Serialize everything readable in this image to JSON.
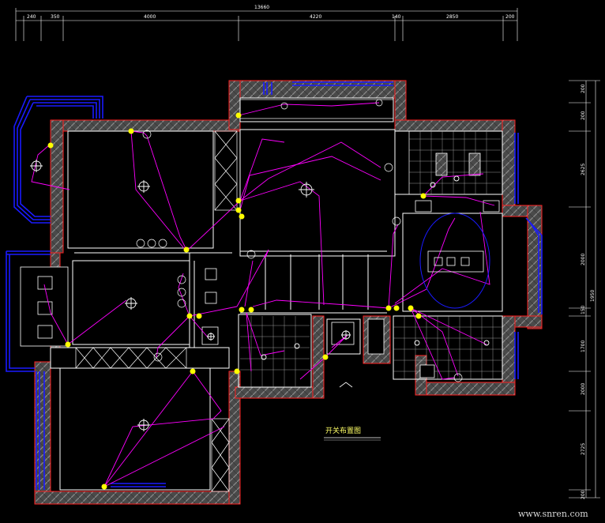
{
  "drawing": {
    "title": "开关布置图",
    "watermark": "www.snren.com"
  },
  "dimensions": {
    "top_total": "13660",
    "top": [
      "240",
      "350",
      "4000",
      "4220",
      "140",
      "2850",
      "200"
    ],
    "right": [
      "200",
      "200",
      "2625",
      "2000",
      "1950",
      "150",
      "1700",
      "2000",
      "2725",
      "200"
    ]
  },
  "colors": {
    "wall": "#ff2020",
    "fill": "#6e6e6e",
    "line": "#ffffff",
    "window": "#1a1aff",
    "wire": "#ff00ff",
    "switch": "#ffff00",
    "fixture": "#c0c0c0"
  }
}
